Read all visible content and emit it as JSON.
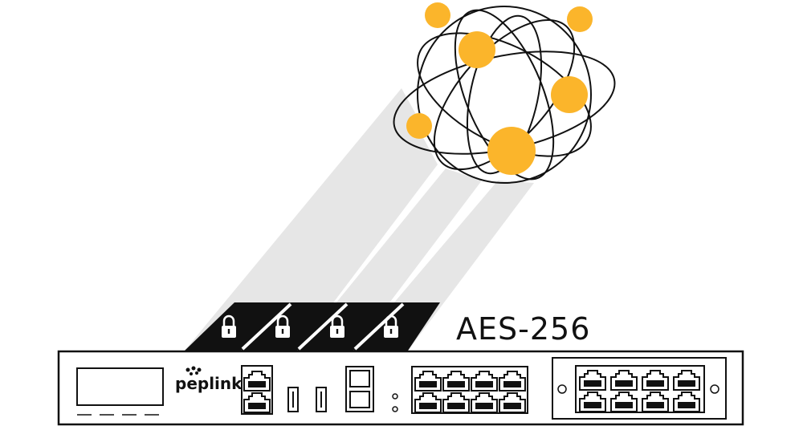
{
  "encryption_label": "AES-256",
  "brand_name": "peplink",
  "colors": {
    "node": "#FBB52B",
    "beam": "#E6E6E6",
    "stroke": "#111111",
    "band": "#111111"
  },
  "icons": {
    "tunnel_lock": "padlock-icon",
    "network": "globe-network-icon"
  },
  "tunnels": {
    "count": 4
  },
  "device": {
    "ports_rj45_main": 8,
    "ports_rj45_module": 8,
    "usb_ports": 2,
    "sfp_ports": 2
  }
}
